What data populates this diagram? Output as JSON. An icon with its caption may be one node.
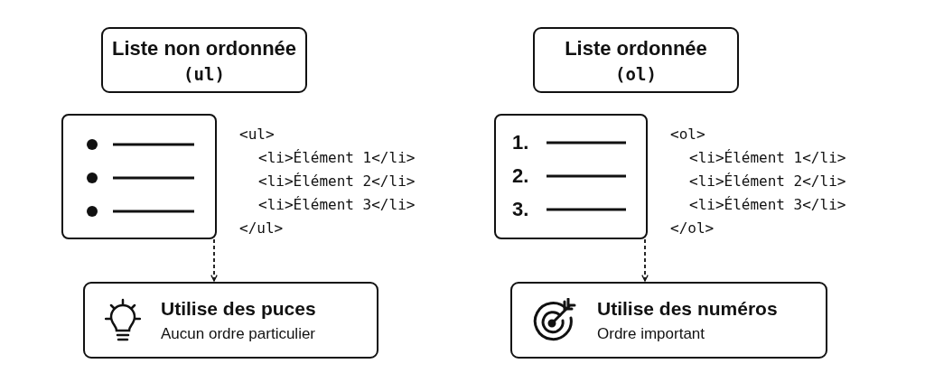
{
  "diagram": {
    "nodes": [
      {
        "text": [
          "Liste non ordonnée",
          "(ul)"
        ]
      },
      {
        "text": [],
        "shape": "picture"
      },
      {
        "text": [
          "<ul>",
          "<li>Élément 1</li>",
          "<li>Élément 2</li>",
          "<li>Élément 3</li>",
          "</ul>"
        ]
      },
      {
        "text": [
          "Utilise des puces",
          "Aucun ordre particulier"
        ]
      },
      {
        "text": [
          "Liste ordonnée",
          "(ol)"
        ]
      },
      {
        "text": [
          "1.",
          "2.",
          "3."
        ]
      },
      {
        "text": [
          "<ol>",
          "<li>Élément 1</li>",
          "<li>Élément 2</li>",
          "<li>Élément 3</li>",
          "</ol>"
        ]
      },
      {
        "text": [
          "Utilise des numéros",
          "Ordre important"
        ]
      }
    ],
    "edges": [
      {
        "from": 1,
        "to": 3,
        "arrow": "to",
        "style": "dashed"
      },
      {
        "from": 5,
        "to": 7,
        "arrow": "to",
        "style": "dashed"
      }
    ]
  }
}
